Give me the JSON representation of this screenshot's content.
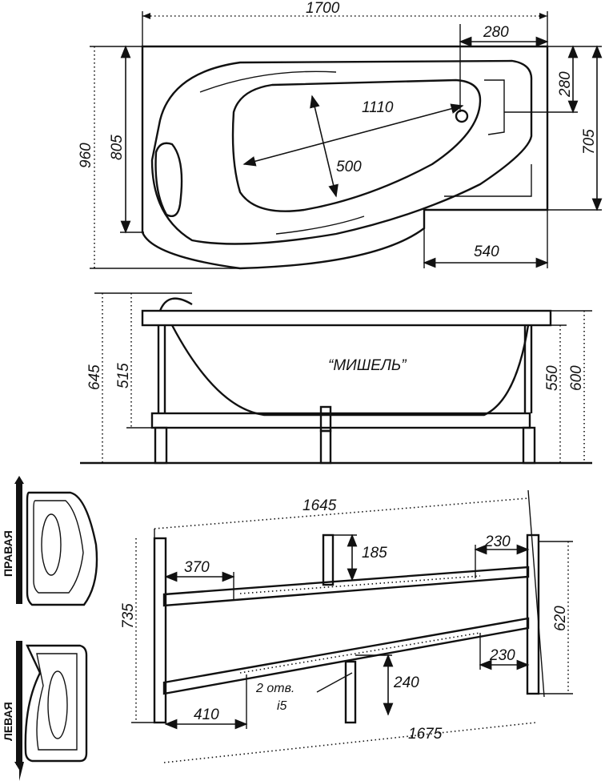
{
  "top_view": {
    "total_length": "1700",
    "corner_offset": "280",
    "side_depth": "280",
    "total_width": "960",
    "inner_width": "805",
    "right_width": "705",
    "bowl_length": "1110",
    "bowl_width": "500",
    "step_length": "540"
  },
  "side_view": {
    "model_name": "“МИШЕЛЬ”",
    "total_height": "645",
    "bowl_height": "515",
    "rim_height": "550",
    "right_total_height": "600"
  },
  "frame_view": {
    "top_length": "1645",
    "bottom_length": "1675",
    "left_height": "735",
    "right_height": "620",
    "dim_370": "370",
    "dim_185": "185",
    "dim_230_top": "230",
    "dim_230_bottom": "230",
    "dim_240": "240",
    "dim_410": "410",
    "holes_line1": "2 отв.",
    "holes_line2": "i5"
  },
  "orientation": {
    "right_label": "ПРАВАЯ",
    "left_label": "ЛЕВАЯ"
  }
}
